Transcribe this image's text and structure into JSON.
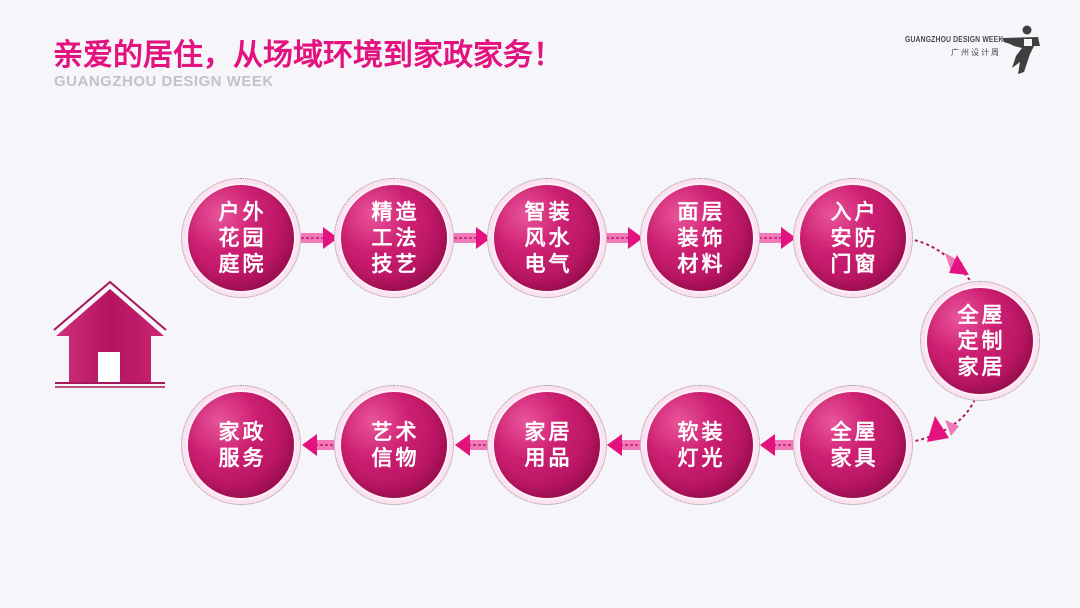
{
  "header": {
    "title": "亲爱的居住，从场域环境到家政家务！",
    "subtitle": "GUANGZHOU DESIGN WEEK"
  },
  "logo": {
    "text_en": "GUANGZHOU DESIGN WEEK",
    "text_cn": "广州设计周",
    "icon": "running-figure-logo-icon"
  },
  "colors": {
    "accent": "#e3127f",
    "node_fill": "#c21a6a",
    "background": "#f6f5fa",
    "subtitle": "#c3c2c8"
  },
  "start_icon": "house-icon",
  "flow": {
    "nodes": [
      {
        "lines": [
          "户外",
          "花园",
          "庭院"
        ]
      },
      {
        "lines": [
          "精造",
          "工法",
          "技艺"
        ]
      },
      {
        "lines": [
          "智装",
          "风水",
          "电气"
        ]
      },
      {
        "lines": [
          "面层",
          "装饰",
          "材料"
        ]
      },
      {
        "lines": [
          "入户",
          "安防",
          "门窗"
        ]
      },
      {
        "lines": [
          "全屋",
          "定制",
          "家居"
        ]
      },
      {
        "lines": [
          "全屋",
          "家具"
        ]
      },
      {
        "lines": [
          "软装",
          "灯光"
        ]
      },
      {
        "lines": [
          "家居",
          "用品"
        ]
      },
      {
        "lines": [
          "艺术",
          "信物"
        ]
      },
      {
        "lines": [
          "家政",
          "服务"
        ]
      }
    ]
  }
}
